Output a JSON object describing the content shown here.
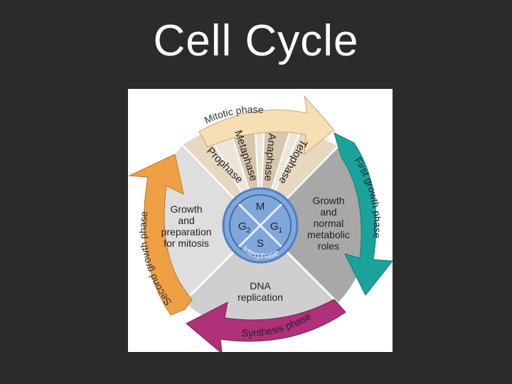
{
  "slide": {
    "title": "Cell Cycle"
  },
  "diagram": {
    "mitotic_arc": "Mitotic phase",
    "first_growth_arc": "First growth phase",
    "second_growth_arc": "Second growth phase",
    "synthesis_arc": "Synthesis phase",
    "mitosis_stages": [
      "Prophase",
      "Metaphase",
      "Anaphase",
      "Telophase"
    ],
    "growth_prep": [
      "Growth",
      "and",
      "preparation",
      "for mitosis"
    ],
    "growth_normal": [
      "Growth",
      "and",
      "normal",
      "metabolic",
      "roles"
    ],
    "dna_replication": [
      "DNA",
      "replication"
    ],
    "center": {
      "m": "M",
      "g2": "G",
      "g2_sub": "2",
      "g1": "G",
      "g1_sub": "1",
      "s": "S",
      "interphase": "Interphase"
    },
    "colors": {
      "mitotic_arrow": "#f6dfb4",
      "first_growth_arrow": "#1aa39b",
      "second_growth_arrow": "#f0a044",
      "synthesis_arrow": "#b0307a",
      "center_circle": "#7fa7d9",
      "center_ring": "#5b86c7",
      "wedge_light": "#dcdcdc",
      "wedge_mid": "#c9c9c9",
      "wedge_dark": "#a9a9a9",
      "mitosis_wedge": "#eae2d4"
    }
  }
}
